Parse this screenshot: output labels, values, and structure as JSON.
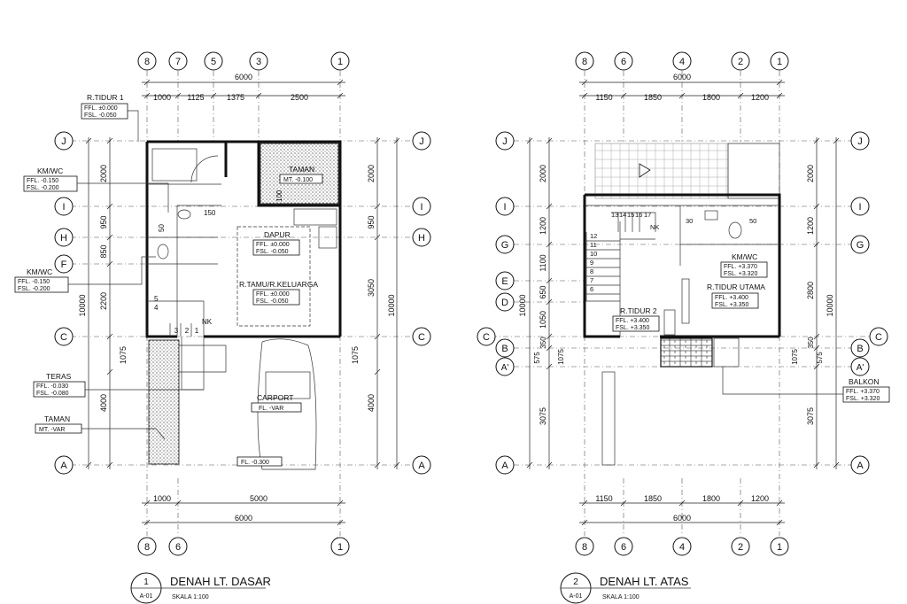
{
  "plan1": {
    "grids_top": [
      "8",
      "7",
      "5",
      "3",
      "1"
    ],
    "dims_top": [
      "1000",
      "1125",
      "1375",
      "2500"
    ],
    "total_top": "6000",
    "grids_side": [
      "J",
      "I",
      "H",
      "F",
      "C",
      "A"
    ],
    "dims_left": [
      "2000",
      "950",
      "850",
      "2200",
      "1075",
      "4000"
    ],
    "dims_right": [
      "2000",
      "950",
      "3050",
      "1075",
      "4000"
    ],
    "total_side": "10000",
    "dims_bottom": [
      "1000",
      "5000"
    ],
    "total_bottom": "6000",
    "grids_bottom": [
      "8",
      "6",
      "1"
    ],
    "rooms": {
      "r_tidur_1": {
        "name": "R.TIDUR 1",
        "ffl": "FFL. ±0.000",
        "fsl": "FSL. -0.050"
      },
      "km_wc_a": {
        "name": "KM/WC",
        "ffl": "FFL. -0.150",
        "fsl": "FSL. -0.200"
      },
      "km_wc_b": {
        "name": "KM/WC",
        "ffl": "FFL. -0.150",
        "fsl": "FSL. -0.200"
      },
      "taman_top": {
        "name": "TAMAN",
        "mt": "MT. -0.100"
      },
      "dapur": {
        "name": "DAPUR",
        "ffl": "FFL. ±0.000",
        "fsl": "FSL. -0.050"
      },
      "r_tamu": {
        "name": "R.TAMU/R.KELUARGA",
        "ffl": "FFL. ±0.000",
        "fsl": "FSL. -0.050"
      },
      "teras": {
        "name": "TERAS",
        "ffl": "FFL. -0.030",
        "fsl": "FSL. -0.080"
      },
      "taman_side": {
        "name": "TAMAN",
        "mt": "MT. -VAR"
      },
      "carport": {
        "name": "CARPORT",
        "fl": "FL. -VAR"
      },
      "carport_fl": "FL. -0.300"
    },
    "marks": {
      "nk": "NK",
      "n150": "150",
      "n50": "50",
      "n100": "100",
      "stairs": [
        "1",
        "2",
        "3",
        "4",
        "5"
      ]
    },
    "title": {
      "num": "1",
      "sheet": "A-01",
      "name": "DENAH LT. DASAR",
      "scale": "SKALA 1:100"
    }
  },
  "plan2": {
    "grids_top": [
      "8",
      "6",
      "4",
      "2",
      "1"
    ],
    "dims_top": [
      "1150",
      "1850",
      "1800",
      "1200"
    ],
    "total_top": "6000",
    "grids_side": [
      "J",
      "I",
      "G",
      "E",
      "D",
      "C",
      "B",
      "A'",
      "A"
    ],
    "dims_left": [
      "2000",
      "1200",
      "1100",
      "650",
      "1050",
      "350",
      "575",
      "1075",
      "3075"
    ],
    "dims_right": [
      "2000",
      "1200",
      "2800",
      "350",
      "575",
      "1075",
      "3075"
    ],
    "total_side": "10000",
    "dims_bottom": [
      "1150",
      "1850",
      "1800",
      "1200"
    ],
    "total_bottom": "6000",
    "grids_bottom": [
      "8",
      "6",
      "4",
      "2",
      "1"
    ],
    "rooms": {
      "km_wc": {
        "name": "KM/WC",
        "ffl": "FFL. +3.370",
        "fsl": "FSL. +3.320"
      },
      "r_tidur_utama": {
        "name": "R.TIDUR UTAMA",
        "ffl": "FFL. +3.400",
        "fsl": "FSL. +3.350"
      },
      "r_tidur_2": {
        "name": "R.TIDUR 2",
        "ffl": "FFL. +3.400",
        "fsl": "FSL. +3.350"
      },
      "balkon": {
        "name": "BALKON",
        "ffl": "FFL. +3.370",
        "fsl": "FSL. +3.320"
      }
    },
    "marks": {
      "nk": "NK",
      "n30": "30",
      "n50": "50",
      "stairs": [
        "6",
        "7",
        "8",
        "9",
        "10",
        "11",
        "12",
        "13",
        "14",
        "15",
        "16",
        "17"
      ]
    },
    "title": {
      "num": "2",
      "sheet": "A-01",
      "name": "DENAH LT. ATAS",
      "scale": "SKALA 1:100"
    }
  }
}
